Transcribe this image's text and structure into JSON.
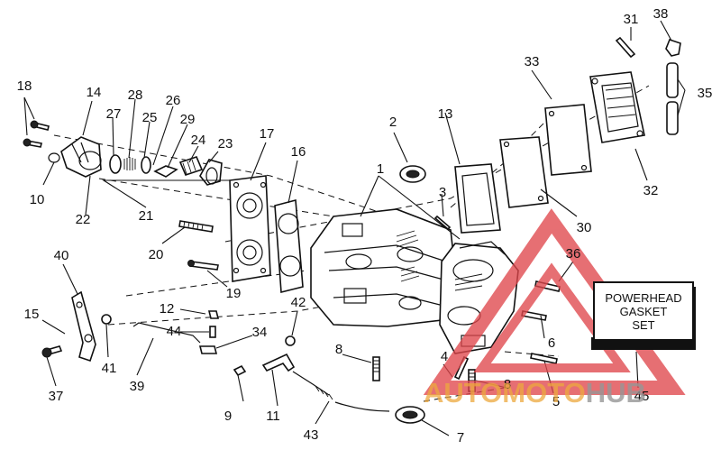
{
  "callouts": [
    "1",
    "2",
    "3",
    "4",
    "5",
    "6",
    "7",
    "8",
    "8",
    "9",
    "10",
    "11",
    "12",
    "13",
    "14",
    "15",
    "16",
    "17",
    "18",
    "19",
    "20",
    "21",
    "22",
    "23",
    "24",
    "25",
    "26",
    "27",
    "28",
    "29",
    "30",
    "31",
    "32",
    "33",
    "34",
    "35",
    "36",
    "37",
    "38",
    "39",
    "40",
    "41",
    "42",
    "43",
    "44",
    "45"
  ],
  "kit_label": "POWERHEAD\nGASKET\nSET",
  "watermark": {
    "part1": "AUTOMOTO",
    "part2": "HUB",
    "accent_color": "#e8a33a",
    "triangle_color": "#e0474c"
  }
}
